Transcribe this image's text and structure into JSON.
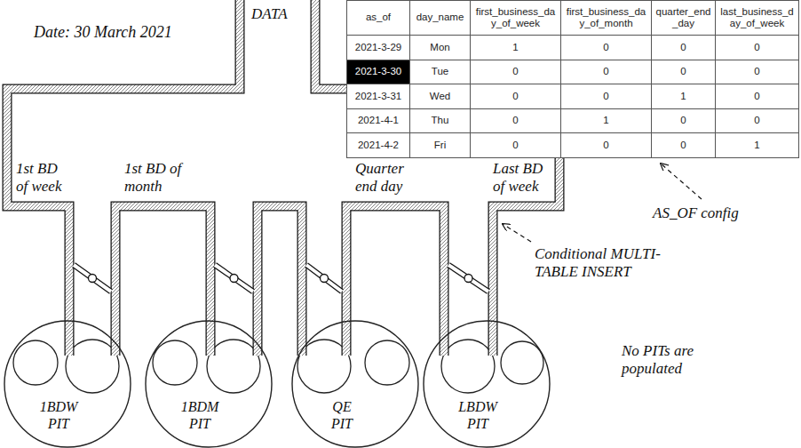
{
  "diagram": {
    "nodes": [
      {
        "text": [
          "1BDW PIT"
        ]
      },
      {
        "text": [
          "1BDM PIT"
        ]
      },
      {
        "text": [
          "QE PIT"
        ]
      },
      {
        "text": [
          "LBDW PIT"
        ]
      }
    ],
    "labels": [
      "Date: 30 March 2021",
      "DATA",
      "as_of",
      "day_name",
      "first_business_day_of_week",
      "first_business_day_of_month",
      "quarter_end_day",
      "last_business_day_of_week",
      "2021-3-29",
      "Mon",
      "1",
      "0",
      "0",
      "0",
      "2021-3-30",
      "Tue",
      "0",
      "0",
      "0",
      "0",
      "2021-3-31",
      "Wed",
      "0",
      "0",
      "1",
      "0",
      "2021-4-1",
      "Thu",
      "0",
      "1",
      "0",
      "0",
      "2021-4-2",
      "Fri",
      "0",
      "0",
      "0",
      "1",
      "1st BD of week",
      "1st BD of month",
      "Quarter end day",
      "Last BD of week",
      "AS_OF config",
      "Conditional MULTI-TABLE INSERT",
      "No PITs are populated"
    ]
  }
}
